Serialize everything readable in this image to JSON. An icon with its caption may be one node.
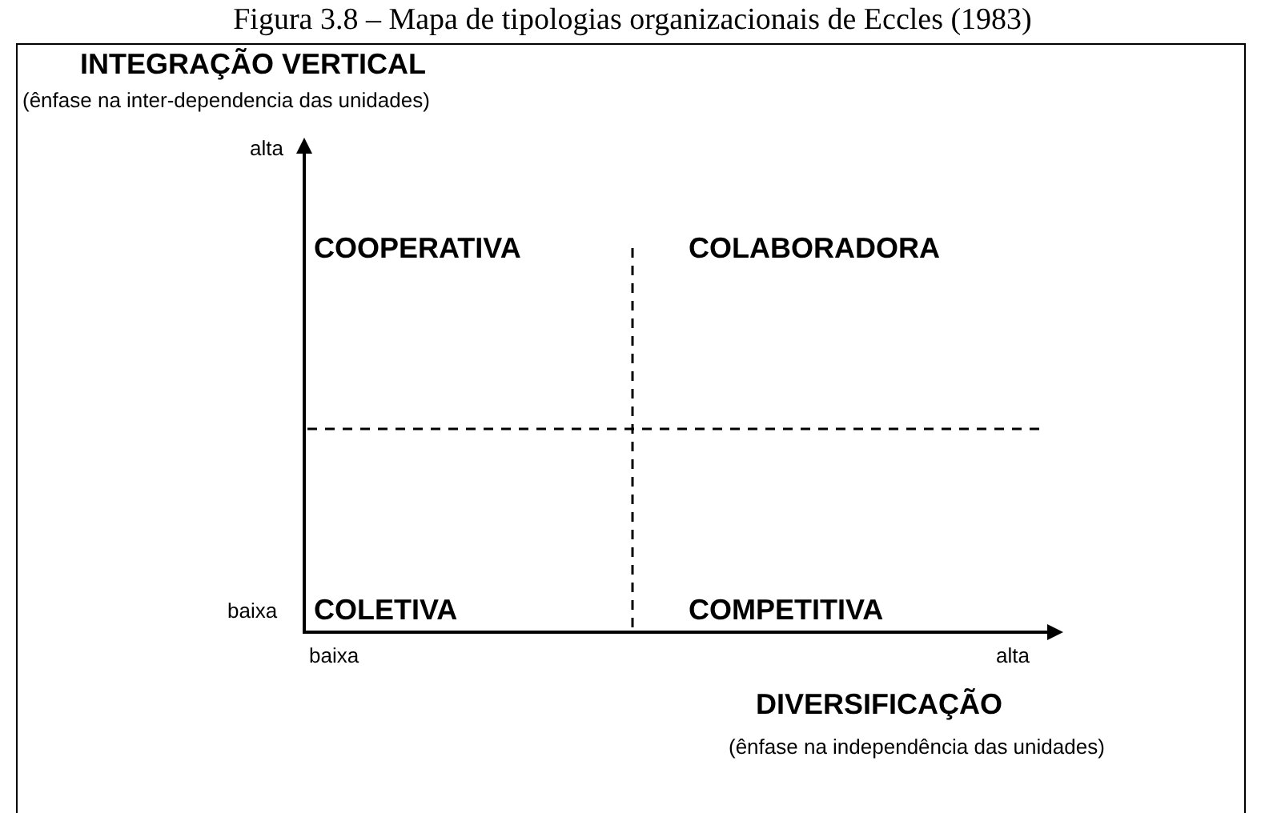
{
  "diagram": {
    "title": "Figura 3.8 – Mapa de tipologias organizacionais de Eccles (1983)",
    "labels": [
      "INTEGRAÇÃO VERTICAL",
      "(ênfase na inter-dependencia das unidades)",
      "alta",
      "COOPERATIVA",
      "COLABORADORA",
      "baixa",
      "COLETIVA",
      "COMPETITIVA",
      "baixa",
      "alta",
      "DIVERSIFICAÇÃO",
      "(ênfase na independência das unidades)"
    ]
  }
}
